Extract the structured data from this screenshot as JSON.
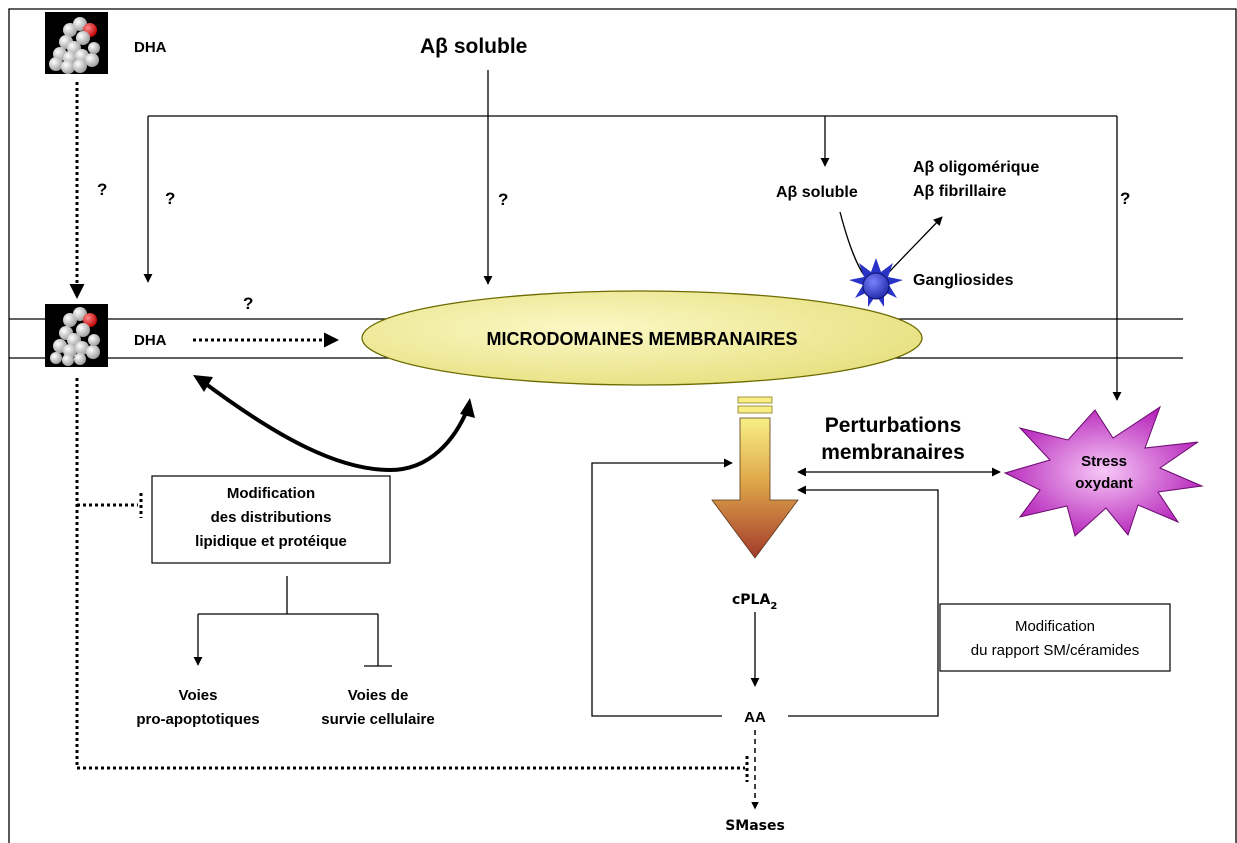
{
  "labels": {
    "dha_top": "DHA",
    "dha_membrane": "DHA",
    "abeta_soluble_top": "Aβ soluble",
    "abeta_soluble_right": "Aβ soluble",
    "abeta_oligomeric": "Aβ oligomérique",
    "abeta_fibrillar": "Aβ fibrillaire",
    "gangliosides": "Gangliosides",
    "microdomains": "MICRODOMAINES MEMBRANAIRES",
    "perturbations_1": "Perturbations",
    "perturbations_2": "membranaires",
    "stress_1": "Stress",
    "stress_2": "oxydant",
    "cpla2": "cPLA",
    "cpla2_sub": "2",
    "aa": "AA",
    "smases": "SMases",
    "box_left_1": "Modification",
    "box_left_2": "des distributions",
    "box_left_3": "lipidique et protéique",
    "box_right_1": "Modification",
    "box_right_2": "du rapport SM/céramides",
    "pro_apo_1": "Voies",
    "pro_apo_2": "pro-apoptotiques",
    "survival_1": "Voies de",
    "survival_2": "survie cellulaire",
    "q1": "?",
    "q2": "?",
    "q3": "?",
    "q4": "?",
    "q5": "?"
  },
  "colors": {
    "ellipse_fill": "#f2ee9c",
    "ellipse_stroke": "#6b6b00",
    "ganglioside": "#2a33c8",
    "stress_fill": "#c12bc6",
    "arrow_top": "#f7ef86",
    "arrow_bottom": "#a33a2c"
  }
}
